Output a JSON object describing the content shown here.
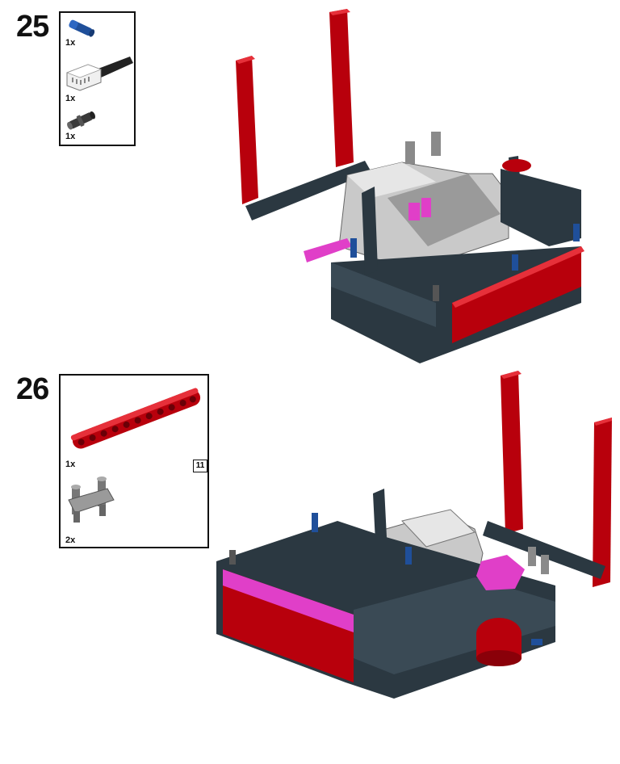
{
  "steps": [
    {
      "number": "25",
      "parts": [
        {
          "qty": "1x",
          "name": "blue-axle-pin"
        },
        {
          "qty": "1x",
          "name": "cable-connector"
        },
        {
          "qty": "1x",
          "name": "dark-gray-pin"
        }
      ]
    },
    {
      "number": "26",
      "parts": [
        {
          "qty": "1x",
          "name": "red-beam-11",
          "length_badge": "11"
        },
        {
          "qty": "2x",
          "name": "gray-axle-connector"
        }
      ]
    }
  ],
  "colors": {
    "red": "#b8000c",
    "dark": "#2b3841",
    "gray": "#9a9a9a",
    "light_gray": "#c9c9c9",
    "blue": "#1f4f9a",
    "magenta": "#e03fc8"
  }
}
